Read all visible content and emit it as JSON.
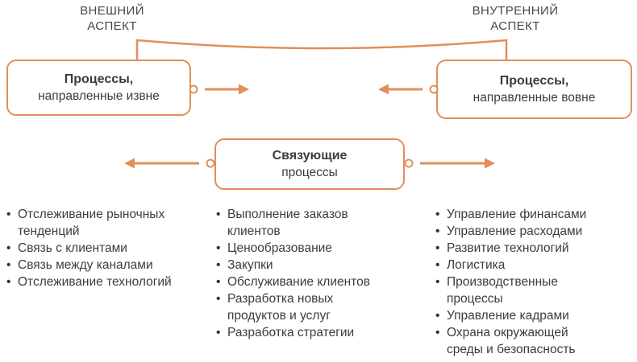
{
  "colors": {
    "accent": "#E28E58",
    "text": "#3C3C3C"
  },
  "aspects": {
    "external": "ВНЕШНИЙ АСПЕКТ",
    "internal": "ВНУТРЕННИЙ АСПЕКТ"
  },
  "boxes": {
    "external": {
      "title": "Процессы,",
      "subtitle": "направленные извне"
    },
    "internal": {
      "title": "Процессы,",
      "subtitle": "направленные вовне"
    },
    "linking": {
      "title": "Связующие",
      "subtitle": "процессы"
    }
  },
  "lists": {
    "external": [
      "Отслеживание рыночных тенденций",
      "Связь с клиентами",
      "Связь между каналами",
      "Отслеживание технологий"
    ],
    "linking": [
      "Выполнение заказов клиентов",
      "Ценообразование",
      "Закупки",
      "Обслуживание клиентов",
      "Разработка новых продуктов и услуг",
      "Разработка стратегии"
    ],
    "internal": [
      "Управление финансами",
      "Управление расходами",
      "Развитие технологий",
      "Логистика",
      "Производственные процессы",
      "Управление кадрами",
      "Охрана окружающей среды и безопасность"
    ]
  }
}
